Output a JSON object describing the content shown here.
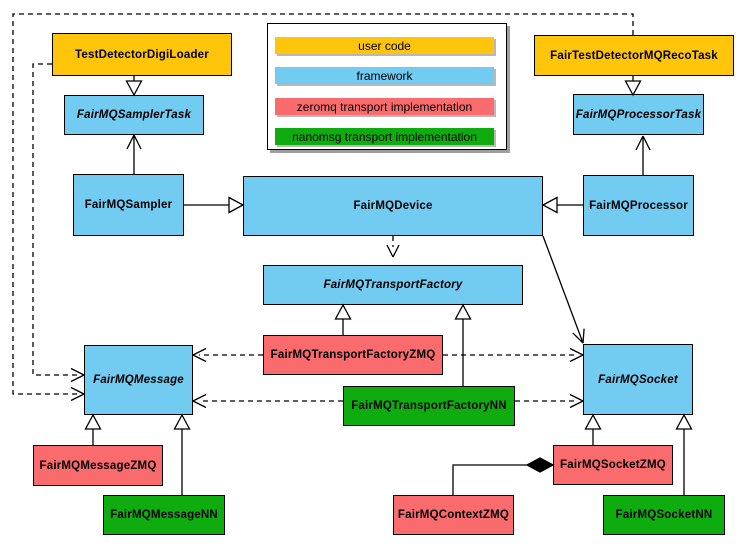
{
  "diagram_type": "uml-class-diagram",
  "colors": {
    "user_code": "#FEC50A",
    "framework": "#72CBF1",
    "zeromq": "#F96B6D",
    "nanomsg": "#0FAC0F",
    "border": "#000000",
    "legend_shadow": "#9E9E9E",
    "background": "#FFFFFF"
  },
  "legend": {
    "items": [
      {
        "label": "user code",
        "color": "#FEC50A"
      },
      {
        "label": "framework",
        "color": "#72CBF1"
      },
      {
        "label": "zeromq transport implementation",
        "color": "#F96B6D"
      },
      {
        "label": "nanomsg transport implementation",
        "color": "#0FAC0F"
      }
    ]
  },
  "nodes": {
    "testDetectorDigiLoader": {
      "label": "TestDetectorDigiLoader",
      "category": "user code",
      "abstract": false
    },
    "fairTestDetectorMQRecoTask": {
      "label": "FairTestDetectorMQRecoTask",
      "category": "user code",
      "abstract": false
    },
    "fairMQSamplerTask": {
      "label": "FairMQSamplerTask",
      "category": "framework",
      "abstract": true
    },
    "fairMQProcessorTask": {
      "label": "FairMQProcessorTask",
      "category": "framework",
      "abstract": true
    },
    "fairMQSampler": {
      "label": "FairMQSampler",
      "category": "framework",
      "abstract": false
    },
    "fairMQDevice": {
      "label": "FairMQDevice",
      "category": "framework",
      "abstract": false
    },
    "fairMQProcessor": {
      "label": "FairMQProcessor",
      "category": "framework",
      "abstract": false
    },
    "fairMQTransportFactory": {
      "label": "FairMQTransportFactory",
      "category": "framework",
      "abstract": true
    },
    "fairMQTransportFactoryZMQ": {
      "label": "FairMQTransportFactoryZMQ",
      "category": "zeromq transport implementation",
      "abstract": false
    },
    "fairMQTransportFactoryNN": {
      "label": "FairMQTransportFactoryNN",
      "category": "nanomsg transport implementation",
      "abstract": false
    },
    "fairMQMessage": {
      "label": "FairMQMessage",
      "category": "framework",
      "abstract": true
    },
    "fairMQSocket": {
      "label": "FairMQSocket",
      "category": "framework",
      "abstract": true
    },
    "fairMQMessageZMQ": {
      "label": "FairMQMessageZMQ",
      "category": "zeromq transport implementation",
      "abstract": false
    },
    "fairMQMessageNN": {
      "label": "FairMQMessageNN",
      "category": "nanomsg transport implementation",
      "abstract": false
    },
    "fairMQSocketZMQ": {
      "label": "FairMQSocketZMQ",
      "category": "zeromq transport implementation",
      "abstract": false
    },
    "fairMQContextZMQ": {
      "label": "FairMQContextZMQ",
      "category": "zeromq transport implementation",
      "abstract": false
    },
    "fairMQSocketNN": {
      "label": "FairMQSocketNN",
      "category": "nanomsg transport implementation",
      "abstract": false
    }
  },
  "edges": [
    {
      "from": "TestDetectorDigiLoader",
      "to": "FairMQSamplerTask",
      "type": "generalization",
      "style": "solid"
    },
    {
      "from": "FairMQSampler",
      "to": "FairMQSamplerTask",
      "type": "association",
      "style": "solid"
    },
    {
      "from": "FairMQSampler",
      "to": "FairMQDevice",
      "type": "generalization",
      "style": "solid"
    },
    {
      "from": "FairTestDetectorMQRecoTask",
      "to": "FairMQProcessorTask",
      "type": "generalization",
      "style": "solid"
    },
    {
      "from": "FairMQProcessor",
      "to": "FairMQProcessorTask",
      "type": "association",
      "style": "solid"
    },
    {
      "from": "FairMQProcessor",
      "to": "FairMQDevice",
      "type": "generalization",
      "style": "solid"
    },
    {
      "from": "FairMQDevice",
      "to": "FairMQTransportFactory",
      "type": "dependency",
      "style": "dashed"
    },
    {
      "from": "FairMQDevice",
      "to": "FairMQSocket",
      "type": "association",
      "style": "solid"
    },
    {
      "from": "FairMQTransportFactoryZMQ",
      "to": "FairMQTransportFactory",
      "type": "generalization",
      "style": "solid"
    },
    {
      "from": "FairMQTransportFactoryNN",
      "to": "FairMQTransportFactory",
      "type": "generalization",
      "style": "solid"
    },
    {
      "from": "FairMQTransportFactoryZMQ",
      "to": "FairMQMessage",
      "type": "dependency",
      "style": "dashed"
    },
    {
      "from": "FairMQTransportFactoryZMQ",
      "to": "FairMQSocket",
      "type": "dependency",
      "style": "dashed"
    },
    {
      "from": "FairMQTransportFactoryNN",
      "to": "FairMQMessage",
      "type": "dependency",
      "style": "dashed"
    },
    {
      "from": "FairMQTransportFactoryNN",
      "to": "FairMQSocket",
      "type": "dependency",
      "style": "dashed"
    },
    {
      "from": "TestDetectorDigiLoader",
      "to": "FairMQMessage",
      "type": "dependency",
      "style": "dashed"
    },
    {
      "from": "FairTestDetectorMQRecoTask",
      "to": "FairMQMessage",
      "type": "dependency",
      "style": "dashed"
    },
    {
      "from": "FairMQMessageZMQ",
      "to": "FairMQMessage",
      "type": "generalization",
      "style": "solid"
    },
    {
      "from": "FairMQMessageNN",
      "to": "FairMQMessage",
      "type": "generalization",
      "style": "solid"
    },
    {
      "from": "FairMQSocketZMQ",
      "to": "FairMQSocket",
      "type": "generalization",
      "style": "solid"
    },
    {
      "from": "FairMQSocketNN",
      "to": "FairMQSocket",
      "type": "generalization",
      "style": "solid"
    },
    {
      "from": "FairMQContextZMQ",
      "to": "FairMQSocketZMQ",
      "type": "composition",
      "style": "solid"
    }
  ]
}
